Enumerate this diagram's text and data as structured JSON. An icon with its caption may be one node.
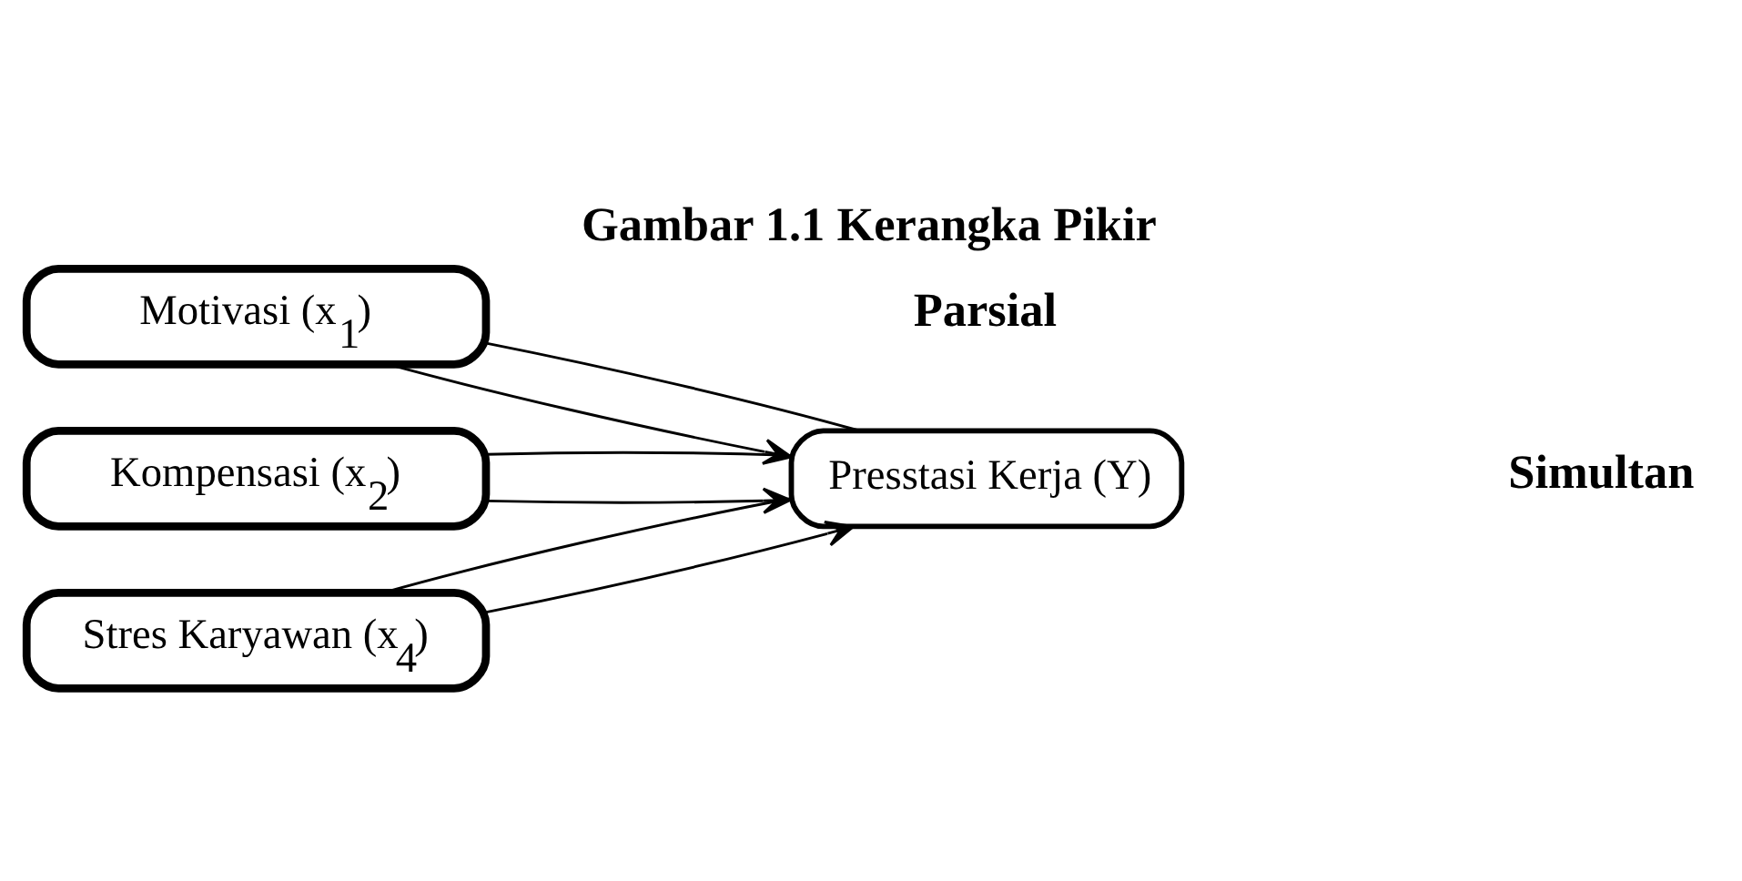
{
  "diagram": {
    "title": "Gambar 1.1 Kerangka Pikir",
    "nodes": [
      {
        "text": [
          "Motivasi (x$_{1}$)"
        ]
      },
      {
        "text": [
          "Kompensasi (x$_{2}$)"
        ]
      },
      {
        "text": [
          "Stres Karyawan (x$_{4}$)"
        ]
      },
      {
        "text": [
          "Presstasi Kerja (Y)"
        ]
      }
    ],
    "edges": [
      {
        "from": 0,
        "to": 3,
        "arrow": "to"
      },
      {
        "from": 1,
        "to": 3,
        "arrow": "to"
      },
      {
        "from": 2,
        "to": 3,
        "arrow": "to"
      },
      {
        "from": 3,
        "to": 0,
        "arrow": "none"
      },
      {
        "from": 3,
        "to": 1,
        "arrow": "none"
      },
      {
        "from": 3,
        "to": 2,
        "arrow": "none"
      }
    ],
    "labels": [
      "Parsial",
      "Simultan"
    ]
  }
}
